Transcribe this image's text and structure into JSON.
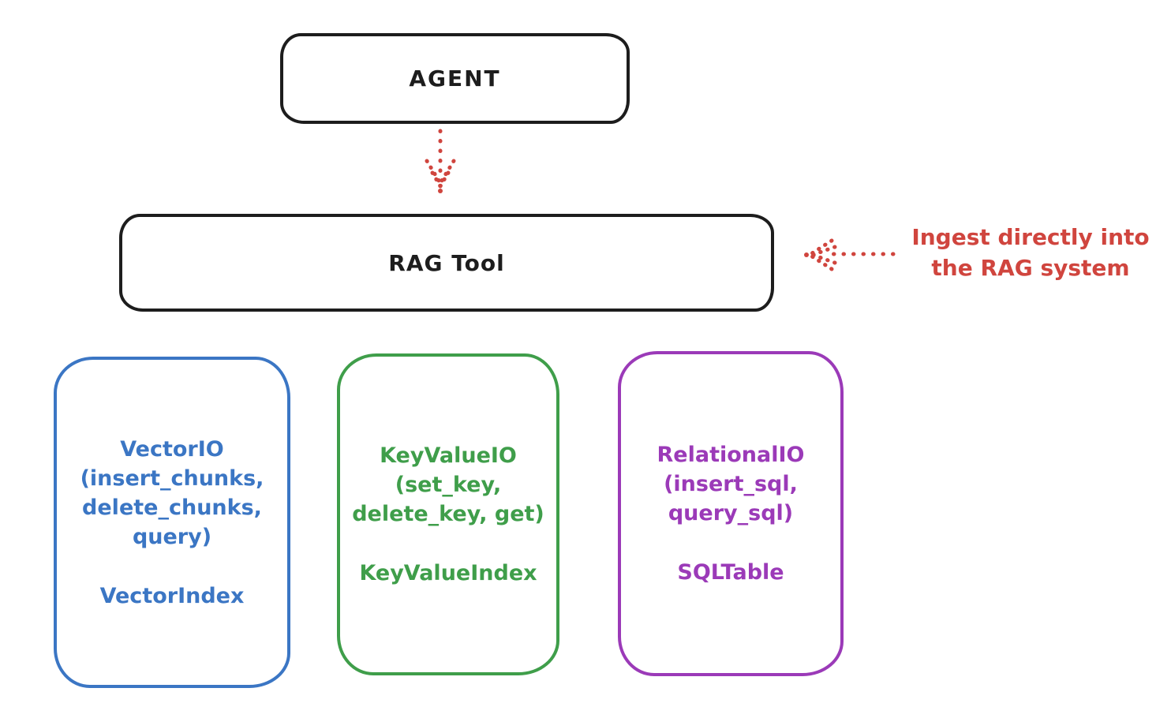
{
  "agent_box": {
    "label": "AGENT"
  },
  "rag_tool_box": {
    "label": "RAG Tool"
  },
  "arrows": {
    "agent_to_rag": {
      "direction": "down",
      "color": "#d0453e"
    },
    "ingest_into_rag": {
      "direction": "left",
      "color": "#d0453e"
    }
  },
  "annotation": {
    "line1": "Ingest directly into",
    "line2": "the RAG system",
    "color": "#d0453e"
  },
  "backends": [
    {
      "id": "vector-io",
      "color": "#3b76c4",
      "lines": [
        "VectorIO",
        "(insert_chunks,",
        "delete_chunks,",
        "query)"
      ],
      "index_label": "VectorIndex"
    },
    {
      "id": "keyvalue-io",
      "color": "#3f9e4a",
      "lines": [
        "KeyValueIO",
        "(set_key,",
        "delete_key, get)"
      ],
      "index_label": "KeyValueIndex"
    },
    {
      "id": "relational-io",
      "color": "#9b3ab8",
      "lines": [
        "RelationalIO",
        "(insert_sql,",
        "query_sql)"
      ],
      "index_label": "SQLTable"
    }
  ]
}
